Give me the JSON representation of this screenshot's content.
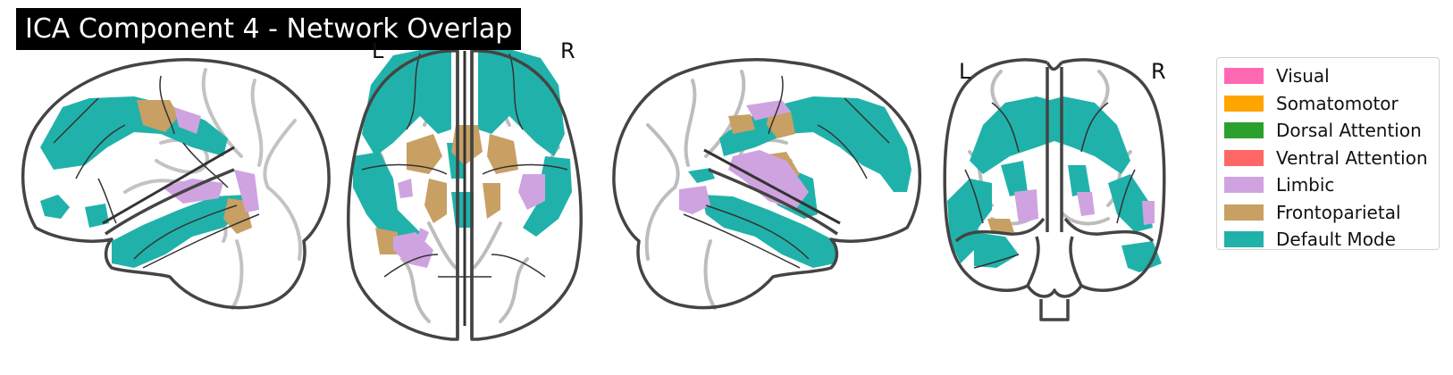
{
  "title": "ICA Component 4 - Network Overlap",
  "orientation_labels": {
    "axial_left": "L",
    "axial_right": "R",
    "coronal_left": "L",
    "coronal_right": "R"
  },
  "legend": [
    {
      "label": "Visual",
      "color": "#ff69b4"
    },
    {
      "label": "Somatomotor",
      "color": "#ffa500"
    },
    {
      "label": "Dorsal Attention",
      "color": "#2ca02c"
    },
    {
      "label": "Ventral Attention",
      "color": "#ff6666"
    },
    {
      "label": "Limbic",
      "color": "#cfa3e0"
    },
    {
      "label": "Frontoparietal",
      "color": "#c8a064"
    },
    {
      "label": "Default Mode",
      "color": "#20b2aa"
    }
  ],
  "colors": {
    "outline": "#444444",
    "sulci": "#bdbdbd",
    "default_mode": "#20b2aa",
    "frontoparietal": "#c8a064",
    "limbic": "#cfa3e0"
  }
}
